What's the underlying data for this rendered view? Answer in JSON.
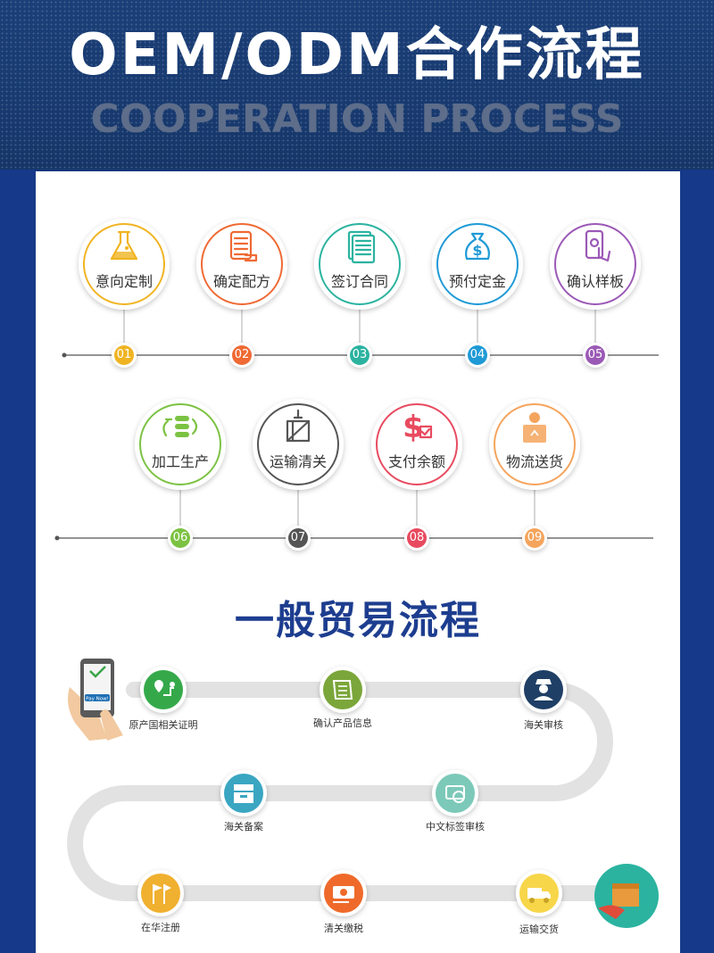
{
  "header": {
    "title": "OEM/ODM合作流程",
    "subtitle": "COOPERATION PROCESS"
  },
  "oem_steps": [
    {
      "label": "意向定制",
      "num": "01",
      "color": "#f0b423",
      "icon": "flask-icon"
    },
    {
      "label": "确定配方",
      "num": "02",
      "color": "#ef6a34",
      "icon": "formula-scroll-icon"
    },
    {
      "label": "签订合同",
      "num": "03",
      "color": "#2bb3a0",
      "icon": "contract-document-icon"
    },
    {
      "label": "预付定金",
      "num": "04",
      "color": "#1f9ad6",
      "icon": "money-bag-icon"
    },
    {
      "label": "确认样板",
      "num": "05",
      "color": "#9b59b6",
      "icon": "phone-touch-icon"
    },
    {
      "label": "加工生产",
      "num": "06",
      "color": "#7cc242",
      "icon": "production-cycle-icon"
    },
    {
      "label": "运输清关",
      "num": "07",
      "color": "#555555",
      "icon": "cargo-crate-icon"
    },
    {
      "label": "支付余额",
      "num": "08",
      "color": "#e84a5f",
      "icon": "dollar-check-icon"
    },
    {
      "label": "物流送货",
      "num": "09",
      "color": "#f5a45d",
      "icon": "delivery-person-icon"
    }
  ],
  "trade_section": {
    "title": "一般贸易流程",
    "steps": [
      {
        "label": "原产国相关证明",
        "color": "#35a94a",
        "icon": "location-map-icon"
      },
      {
        "label": "确认产品信息",
        "color": "#7ba63a",
        "icon": "certificate-icon"
      },
      {
        "label": "海关审核",
        "color": "#1f3f66",
        "icon": "customs-officer-icon"
      },
      {
        "label": "中文标签审核",
        "color": "#7cc9b9",
        "icon": "label-check-icon"
      },
      {
        "label": "海关备案",
        "color": "#3aa6c2",
        "icon": "filing-box-icon"
      },
      {
        "label": "在华注册",
        "color": "#f0b030",
        "icon": "flags-icon"
      },
      {
        "label": "清关缴税",
        "color": "#ef6a2a",
        "icon": "cash-payment-icon"
      },
      {
        "label": "运输交货",
        "color": "#f7d64a",
        "icon": "delivery-truck-icon"
      }
    ],
    "phone_badge": "Pay Now!",
    "phone_icon": "phone-checkmark-icon",
    "end_icon": "package-hand-icon"
  },
  "colors": {
    "header_bg": "#1b3f78",
    "frame_blue": "#17398a",
    "accent_title": "#1d3d8f",
    "track_gray": "#e2e2e2"
  }
}
